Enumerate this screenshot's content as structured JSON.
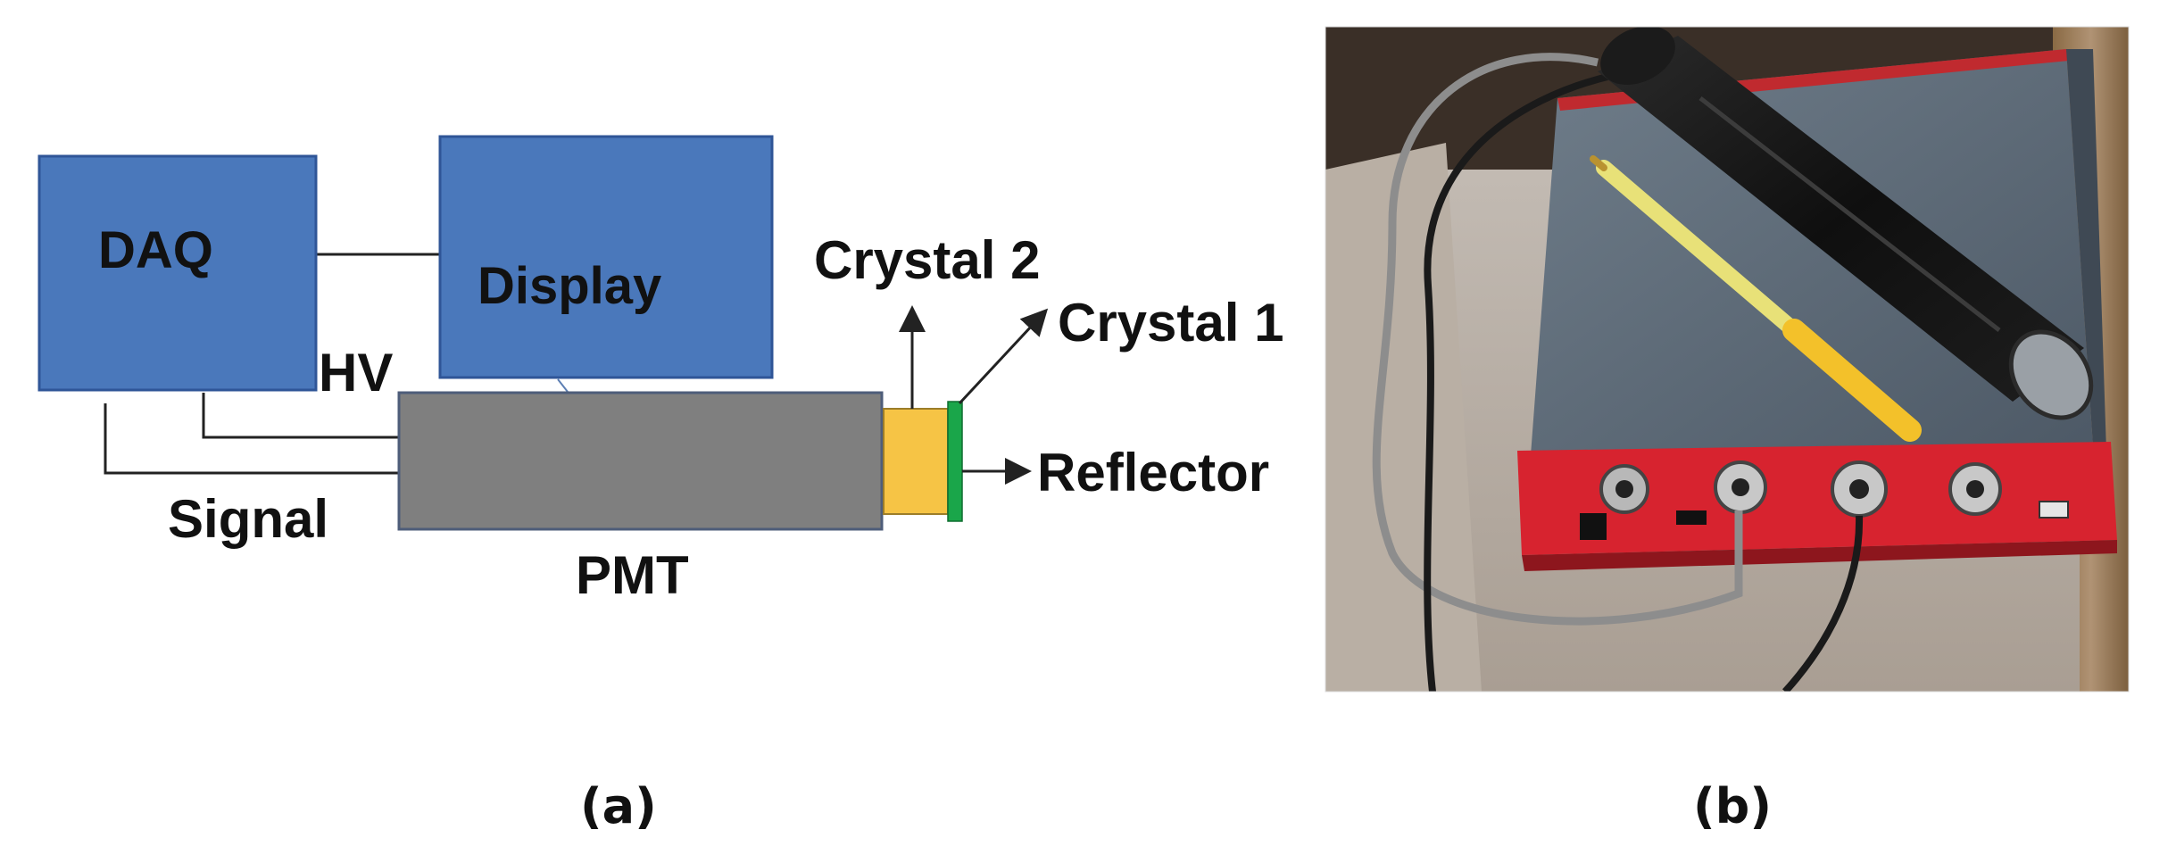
{
  "panel_a": {
    "caption": "(a)",
    "daq_label": "DAQ",
    "display_label": "Display",
    "pmt_label": "PMT",
    "hv_label": "HV",
    "signal_label": "Signal",
    "crystal2_label": "Crystal 2",
    "crystal1_label": "Crystal 1",
    "reflector_label": "Reflector"
  },
  "panel_b": {
    "caption": "(b)",
    "photo_alt": "photograph of detector on a red-fronted DAQ unit"
  },
  "colors": {
    "box_blue": "#4a78bb",
    "box_blue_border": "#2f5597",
    "pmt_gray": "#7f7f7f",
    "crystal_yellow": "#f6c445",
    "reflector_green": "#1aa64a",
    "daq_red": "#d7232f"
  }
}
